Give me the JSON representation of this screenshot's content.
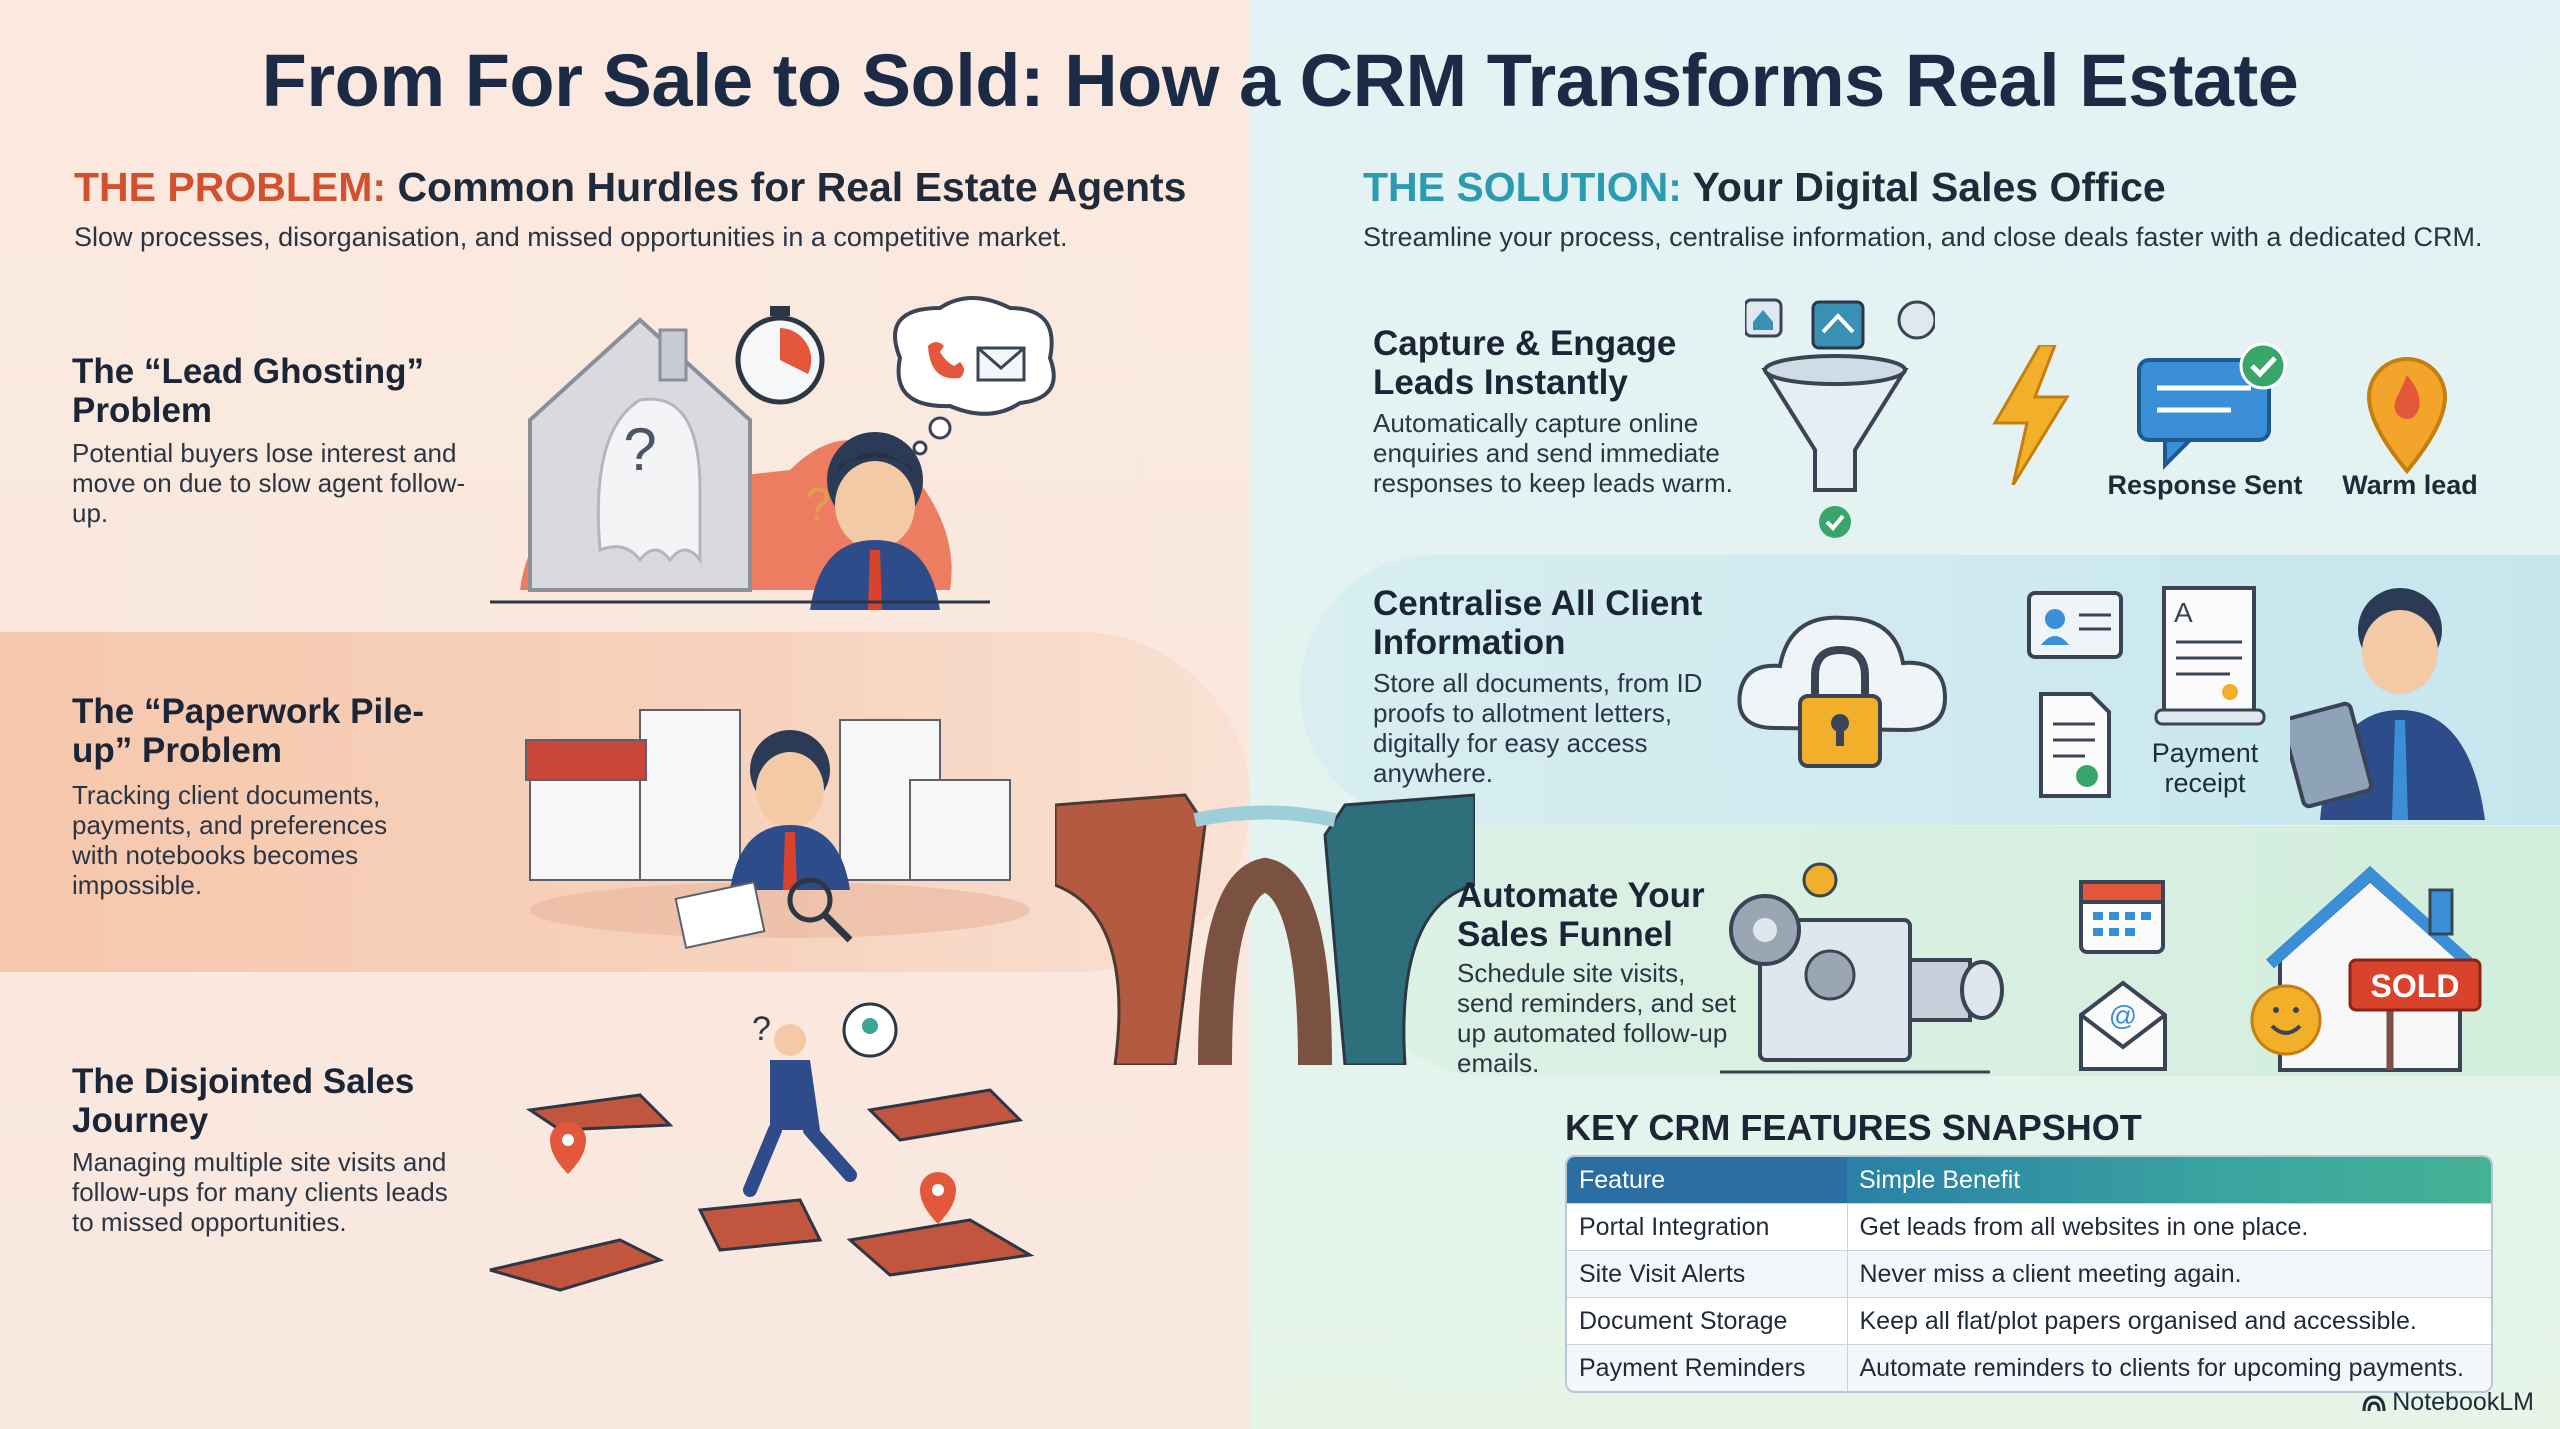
{
  "title": "From For Sale to Sold: How a CRM Transforms Real Estate",
  "problem": {
    "tag": "THE PROBLEM:",
    "heading": "Common Hurdles for Real Estate Agents",
    "subtitle": "Slow processes, disorganisation, and missed opportunities in a competitive market.",
    "items": [
      {
        "title": "The “Lead Ghosting” Problem",
        "text": "Potential buyers lose interest and move on due to slow agent follow-up."
      },
      {
        "title": "The “Paperwork Pile-up” Problem",
        "text": "Tracking client documents, payments, and preferences with notebooks becomes impossible."
      },
      {
        "title": "The Disjointed Sales Journey",
        "text": "Managing multiple site visits and follow-ups for many clients leads to missed opportunities."
      }
    ]
  },
  "solution": {
    "tag": "THE SOLUTION:",
    "heading": "Your Digital Sales Office",
    "subtitle": "Streamline your process, centralise information, and close deals faster with a dedicated CRM.",
    "items": [
      {
        "title": "Capture & Engage Leads Instantly",
        "text": "Automatically capture online enquiries and send immediate responses to keep leads warm."
      },
      {
        "title": "Centralise All Client Information",
        "text": "Store all documents, from ID proofs to allotment letters, digitally for easy access anywhere."
      },
      {
        "title": "Automate Your Sales Funnel",
        "text": "Schedule site visits, send reminders, and set up automated follow-up emails."
      }
    ],
    "labels": {
      "response_sent": "Response Sent",
      "warm_lead": "Warm lead",
      "payment_receipt": "Payment receipt",
      "sold_sign": "SOLD"
    }
  },
  "features": {
    "title": "KEY CRM FEATURES SNAPSHOT",
    "headers": [
      "Feature",
      "Simple Benefit"
    ],
    "rows": [
      [
        "Portal Integration",
        "Get leads from all websites in one place."
      ],
      [
        "Site Visit Alerts",
        "Never miss a client meeting again."
      ],
      [
        "Document Storage",
        "Keep all flat/plot papers organised and accessible."
      ],
      [
        "Payment Reminders",
        "Automate reminders to clients for upcoming payments."
      ]
    ]
  },
  "brand": "NotebookLM",
  "colors": {
    "problem_accent": "#d2502e",
    "solution_accent": "#2a9bb0",
    "title": "#1c2b45"
  }
}
